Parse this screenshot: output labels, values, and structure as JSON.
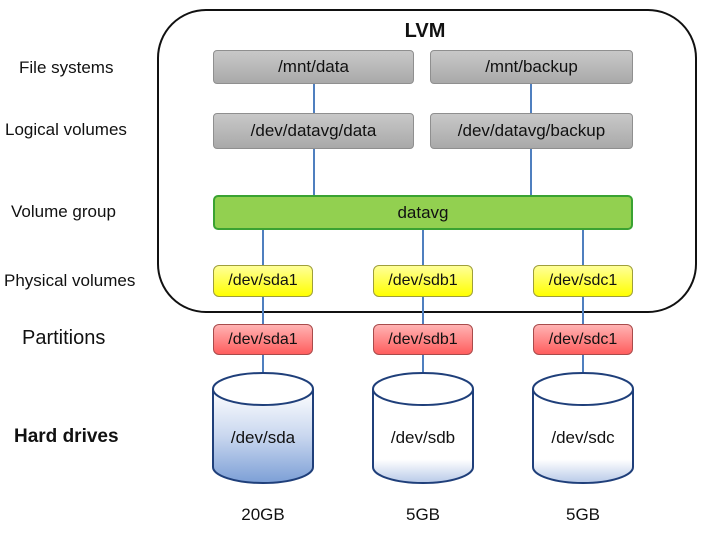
{
  "title": "LVM",
  "layers": {
    "file_systems": "File systems",
    "logical_volumes": "Logical volumes",
    "volume_group": "Volume group",
    "physical_volumes": "Physical volumes",
    "partitions": "Partitions",
    "hard_drives": "Hard drives"
  },
  "file_systems": [
    "/mnt/data",
    "/mnt/backup"
  ],
  "logical_volumes": [
    "/dev/datavg/data",
    "/dev/datavg/backup"
  ],
  "volume_group": "datavg",
  "physical_volumes": [
    "/dev/sda1",
    "/dev/sdb1",
    "/dev/sdc1"
  ],
  "partitions": [
    "/dev/sda1",
    "/dev/sdb1",
    "/dev/sdc1"
  ],
  "drives": [
    {
      "name": "/dev/sda",
      "size": "20GB"
    },
    {
      "name": "/dev/sdb",
      "size": "5GB"
    },
    {
      "name": "/dev/sdc",
      "size": "5GB"
    }
  ],
  "colors": {
    "file_system": "#b5b5b5",
    "volume_group": "#92d050",
    "physical_volume": "#ffff00",
    "partition": "#ff6b6b",
    "connector": "#4f7fbf"
  }
}
